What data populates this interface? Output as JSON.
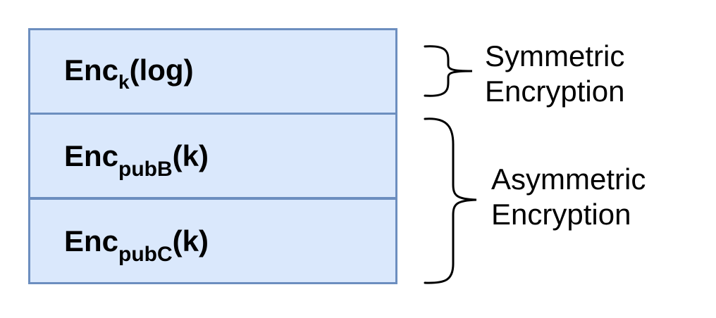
{
  "rows": [
    {
      "base": "Enc",
      "subscript": "k",
      "arg": "(log)"
    },
    {
      "base": "Enc",
      "subscript": "pubB",
      "arg": "(k)"
    },
    {
      "base": "Enc",
      "subscript": "pubC",
      "arg": "(k)"
    }
  ],
  "groups": {
    "symmetric": {
      "line1": "Symmetric",
      "line2": "Encryption"
    },
    "asymmetric": {
      "line1": "Asymmetric",
      "line2": "Encryption"
    }
  },
  "colors": {
    "cell_fill": "#dae8fc",
    "cell_border": "#6c8ebf",
    "stroke": "#000000"
  }
}
